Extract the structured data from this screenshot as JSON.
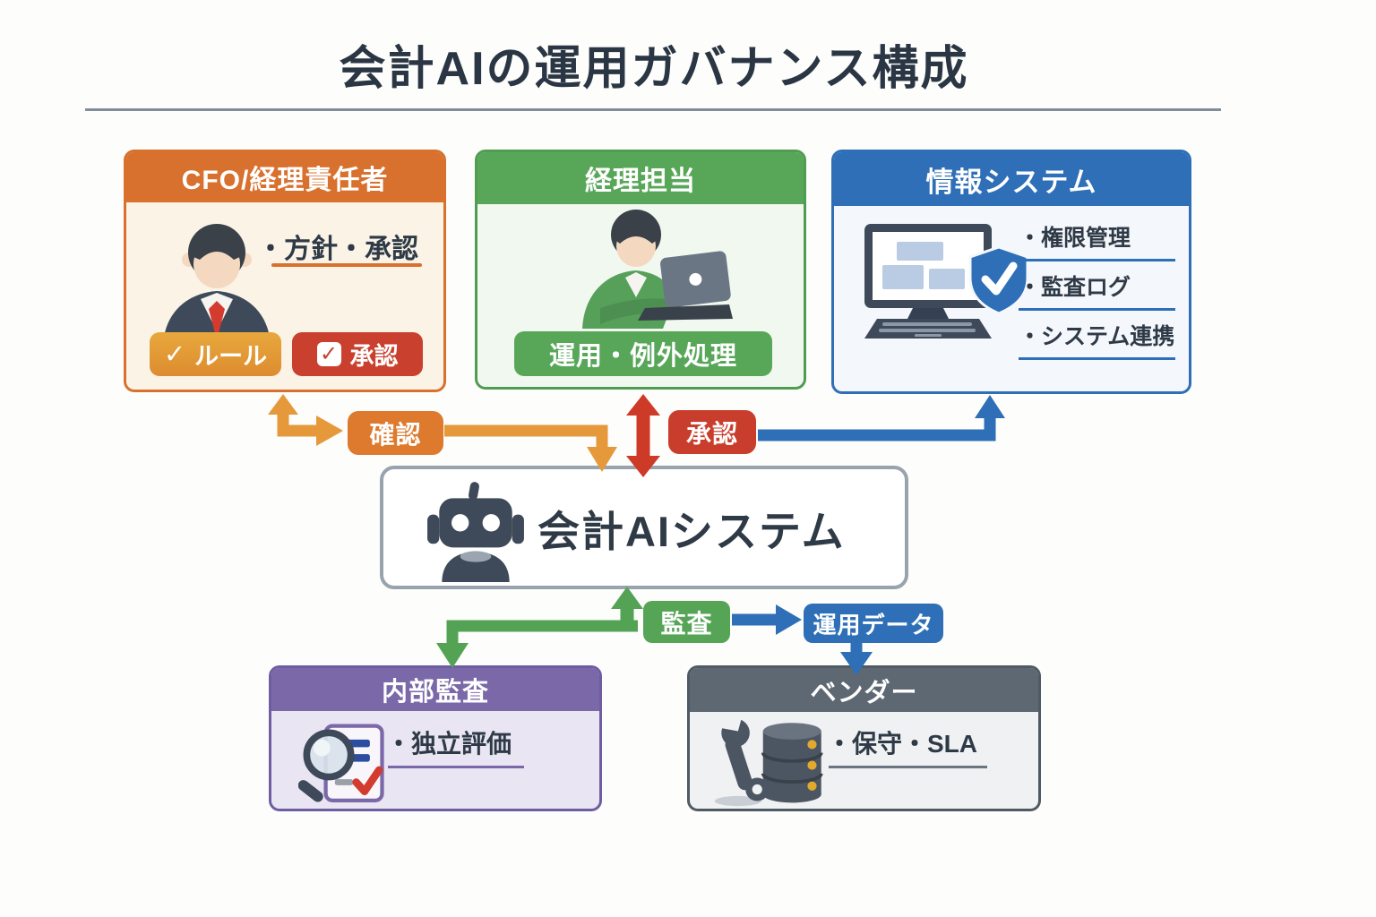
{
  "title": "会計AIの運用ガバナンス構成",
  "icons": {
    "check": "✓"
  },
  "colors": {
    "orange": "#d8702e",
    "orange_arrow": "#e5993b",
    "red": "#c9402e",
    "green": "#58a759",
    "blue": "#2e6fb7",
    "purple": "#7a68a8",
    "gray": "#5e6873",
    "dark_text": "#2f3a47"
  },
  "boxes": {
    "cfo": {
      "title": "CFO/経理責任者",
      "note": "・方針・承認",
      "badges": [
        {
          "label": "ルール"
        },
        {
          "label": "承認"
        }
      ]
    },
    "accounting": {
      "title": "経理担当",
      "badge": "運用・例外処理"
    },
    "infosys": {
      "title": "情報システム",
      "bullets": [
        "・権限管理",
        "・監査ログ",
        "・システム連携"
      ]
    },
    "ai": {
      "title": "会計AIシステム"
    },
    "audit": {
      "title": "内部監査",
      "note": "・独立評価"
    },
    "vendor": {
      "title": "ベンダー",
      "note": "・保守・SLA"
    }
  },
  "connectors": {
    "confirm": "確認",
    "approve": "承認",
    "audit": "監査",
    "ops_data": "運用データ"
  }
}
